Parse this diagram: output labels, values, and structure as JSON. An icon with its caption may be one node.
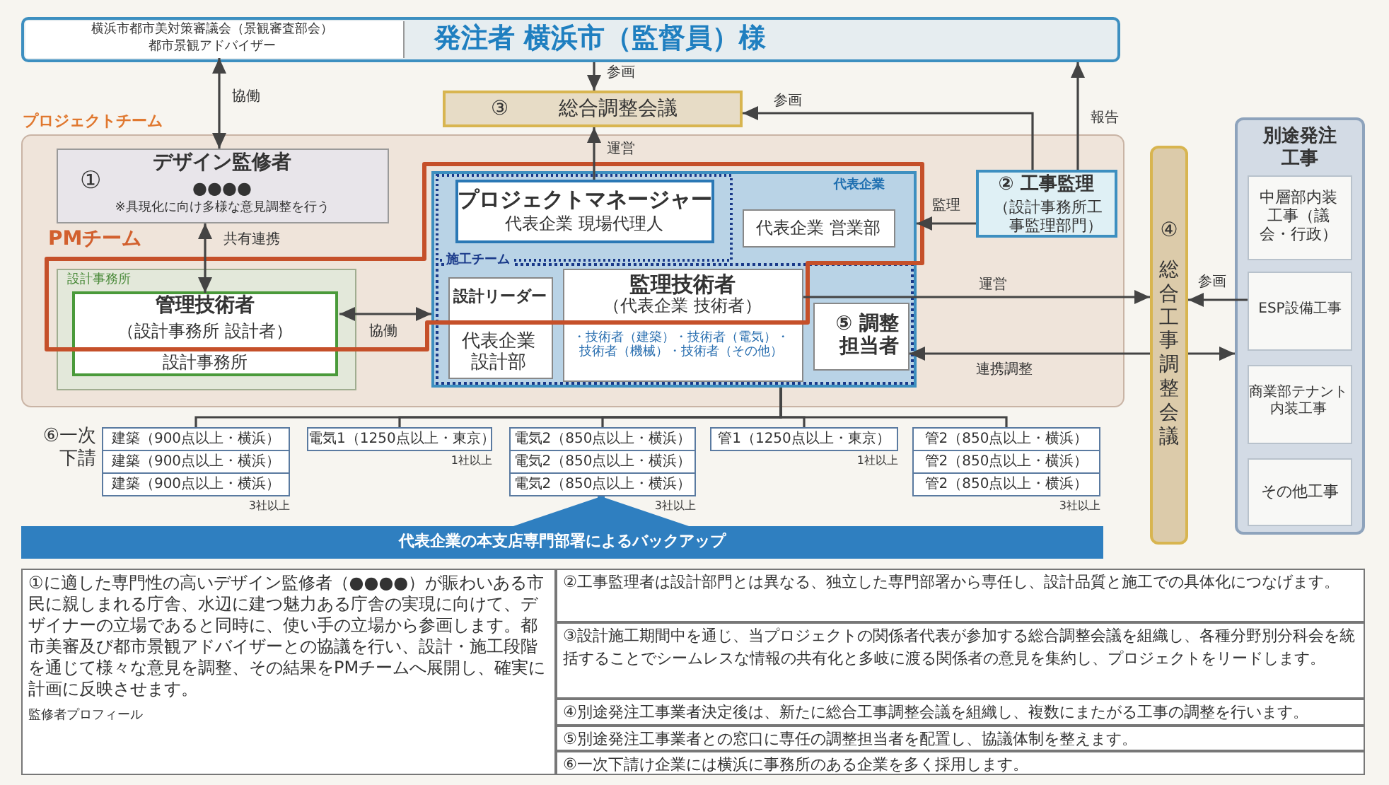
{
  "diagram": {
    "nodes": [
      {
        "text": [
          "発注者 横浜市（監督員）様"
        ]
      },
      {
        "text": [
          "横浜市都市美対策審議会（景観審査部会）都市景観アドバイザー"
        ],
        "in": 0
      },
      {
        "text": [
          "③",
          "総合調整会議"
        ]
      },
      {
        "text": [
          "プロジェクトチーム"
        ]
      },
      {
        "text": [
          "①",
          "デザイン監修者",
          "●●●●",
          "※具現化に向け多様な意見調整を行う"
        ],
        "in": 3
      },
      {
        "text": [
          "代表企業"
        ],
        "in": 3
      },
      {
        "text": [
          "プロジェクトマネージャー",
          "代表企業 現場代理人"
        ],
        "in": 5
      },
      {
        "text": [
          "代表企業 営業部"
        ],
        "in": 5
      },
      {
        "text": [
          "施工チーム"
        ],
        "in": 5
      },
      {
        "text": [
          "設計リーダー",
          "代表企業設計部"
        ],
        "in": 8
      },
      {
        "text": [
          "監理技術者",
          "（代表企業 技術者）",
          "・技術者（建築）・技術者（電気）・技術者（機械）・技術者（その他）"
        ],
        "in": 8
      },
      {
        "text": [
          "⑤ 調整担当者"
        ],
        "in": 8
      },
      {
        "text": [
          "② 工事監理",
          "（設計事務所工事監理部門）"
        ],
        "in": 3
      },
      {
        "text": [
          "設計事務所"
        ],
        "in": 3
      },
      {
        "text": [
          "管理技術者",
          "（設計事務所 設計者）",
          "設計事務所"
        ],
        "in": 13
      },
      {
        "text": [
          "④",
          "総合工事調整会議"
        ]
      },
      {
        "text": [
          "別途発注工事"
        ]
      },
      {
        "text": [
          "中層部内装工事（議会・行政）"
        ],
        "in": 16
      },
      {
        "text": [
          "ESP設備工事"
        ],
        "in": 16
      },
      {
        "text": [
          "商業部テナント内装工事"
        ],
        "in": 16
      },
      {
        "text": [
          "その他工事"
        ],
        "in": 16
      },
      {
        "text": [
          "建築（900点以上・横浜）",
          "建築（900点以上・横浜）",
          "建築（900点以上・横浜）"
        ],
        "beside": [
          "3社以上"
        ]
      },
      {
        "text": [
          "電気1（1250点以上・東京）"
        ],
        "beside": [
          "1社以上"
        ]
      },
      {
        "text": [
          "電気2（850点以上・横浜）",
          "電気2（850点以上・横浜）",
          "電気2（850点以上・横浜）"
        ],
        "beside": [
          "3社以上"
        ]
      },
      {
        "text": [
          "管1（1250点以上・東京）"
        ],
        "beside": [
          "1社以上"
        ]
      },
      {
        "text": [
          "管2（850点以上・横浜）",
          "管2（850点以上・横浜）",
          "管2（850点以上・横浜）"
        ],
        "beside": [
          "3社以上"
        ]
      },
      {
        "text": [
          "代表企業の本支店専門部署によるバックアップ"
        ]
      }
    ],
    "edges": [
      {
        "from": 1,
        "to": 4,
        "arrow": "both",
        "label": "協働"
      },
      {
        "from": 0,
        "to": 2,
        "arrow": "to",
        "label": "参画"
      },
      {
        "from": 6,
        "to": 2,
        "arrow": "to",
        "label": "運営"
      },
      {
        "from": 12,
        "to": 2,
        "arrow": "to",
        "label": "参画"
      },
      {
        "from": 12,
        "to": 0,
        "arrow": "to",
        "label": "報告"
      },
      {
        "from": 12,
        "to": 5,
        "arrow": "to",
        "label": "監理"
      },
      {
        "from": 4,
        "to": 14,
        "arrow": "both",
        "label": "共有連携"
      },
      {
        "from": 14,
        "to": 5,
        "arrow": "both",
        "label": "協働"
      },
      {
        "from": 10,
        "to": 15,
        "arrow": "to",
        "label": "運営"
      },
      {
        "from": 15,
        "to": 11,
        "arrow": "to",
        "label": "連携調整"
      },
      {
        "from": 15,
        "to": 16,
        "arrow": "to"
      },
      {
        "from": 18,
        "to": 15,
        "arrow": "to",
        "label": "参画"
      },
      {
        "from": 5,
        "to": 21,
        "arrow": "none"
      },
      {
        "from": 5,
        "to": 22,
        "arrow": "none"
      },
      {
        "from": 5,
        "to": 23,
        "arrow": "none"
      },
      {
        "from": 5,
        "to": 24,
        "arrow": "none"
      },
      {
        "from": 5,
        "to": 25,
        "arrow": "none"
      },
      {
        "from": 26,
        "to": 23,
        "arrow": "to",
        "color": "#2f7fc0",
        "style": "thick"
      }
    ],
    "labels": [
      "PMチーム",
      "⑥一次下請",
      "①に適した専門性の高いデザイン監修者（●●●●）が賑わいある市民に親しまれる庁舎、水辺に建つ魅力ある庁舎の実現に向けて、デザイナーの立場であると同時に、使い手の立場から参画します。都市美審及び都市景観アドバイザーとの協議を行い、設計・施工段階を通じて様々な意見を調整、その結果をPMチームへ展開し、確実に計画に反映させます。",
      "監修者プロフィール",
      "②工事監理者は設計部門とは異なる、独立した専門部署から専任し、設計品質と施工での具体化につなげます。",
      "③設計施工期間中を通じ、当プロジェクトの関係者代表が参加する総合調整会議を組織し、各種分野別分科会を統括することでシームレスな情報の共有化と多岐に渡る関係者の意見を集約し、プロジェクトをリードします。",
      "④別途発注工事業者決定後は、新たに総合工事調整会議を組織し、複数にまたがる工事の調整を行います。",
      "⑤別途発注工事業者との窓口に専任の調整担当者を配置し、協議体制を整えます。",
      "⑥一次下請け企業には横浜に事務所のある企業を多く採用します。"
    ]
  }
}
